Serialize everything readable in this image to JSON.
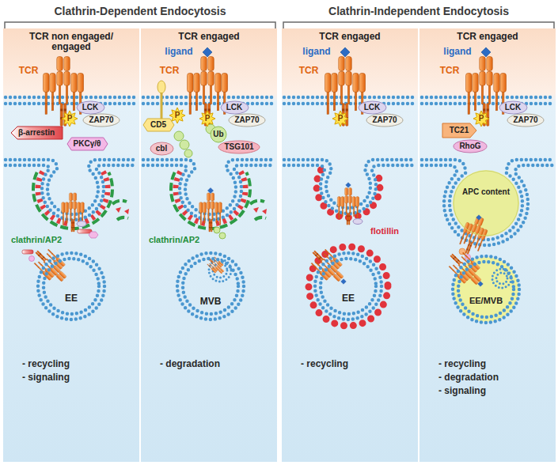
{
  "diagram": {
    "nodes": [
      {
        "text": [
          "TCR non engaged/ engaged",
          "- recycling",
          "- signaling"
        ]
      },
      {
        "text": [
          "LCK"
        ],
        "in": 0
      },
      {
        "text": [
          "ZAP70"
        ],
        "in": 0
      },
      {
        "text": [
          "P"
        ],
        "in": 0
      },
      {
        "text": [
          "β-arrestin"
        ],
        "in": 0
      },
      {
        "text": [
          "PKCγ/θ"
        ],
        "in": 0
      },
      {
        "text": [
          "EE"
        ],
        "in": 0
      },
      {
        "text": [
          "TCR engaged",
          "- degradation"
        ]
      },
      {
        "text": [
          "CD5"
        ],
        "in": 7
      },
      {
        "text": [
          "LCK"
        ],
        "in": 7
      },
      {
        "text": [
          "ZAP70"
        ],
        "in": 7
      },
      {
        "text": [
          "P"
        ],
        "in": 7
      },
      {
        "text": [
          "P"
        ],
        "in": 7
      },
      {
        "text": [
          "cbl"
        ],
        "in": 7
      },
      {
        "text": [
          "Ub"
        ],
        "in": 7
      },
      {
        "text": [
          "TSG101"
        ],
        "in": 7
      },
      {
        "text": [
          "MVB"
        ],
        "in": 7
      },
      {
        "text": [
          "TCR engaged",
          "- recycling"
        ]
      },
      {
        "text": [
          "LCK"
        ],
        "in": 17
      },
      {
        "text": [
          "ZAP70"
        ],
        "in": 17
      },
      {
        "text": [
          "P"
        ],
        "in": 17
      },
      {
        "text": [
          "EE"
        ],
        "in": 17
      },
      {
        "text": [
          "TCR engaged",
          "- recycling",
          "- degradation",
          "- signaling"
        ]
      },
      {
        "text": [
          "LCK"
        ],
        "in": 22
      },
      {
        "text": [
          "ZAP70"
        ],
        "in": 22
      },
      {
        "text": [
          "P"
        ],
        "in": 22
      },
      {
        "text": [
          "TC21"
        ],
        "in": 22
      },
      {
        "text": [
          "RhoG"
        ],
        "in": 22
      },
      {
        "text": [
          "APC content"
        ],
        "in": 22
      },
      {
        "text": [
          "EE/MVB"
        ],
        "in": 22
      }
    ],
    "labels": [
      "Clathrin-Dependent Endocytosis",
      "Clathrin-Independent Endocytosis",
      "TCR",
      "clathrin/AP2",
      "ligand",
      "TCR",
      "clathrin/AP2",
      "ligand",
      "TCR",
      "flotillin",
      "ligand",
      "TCR"
    ]
  }
}
